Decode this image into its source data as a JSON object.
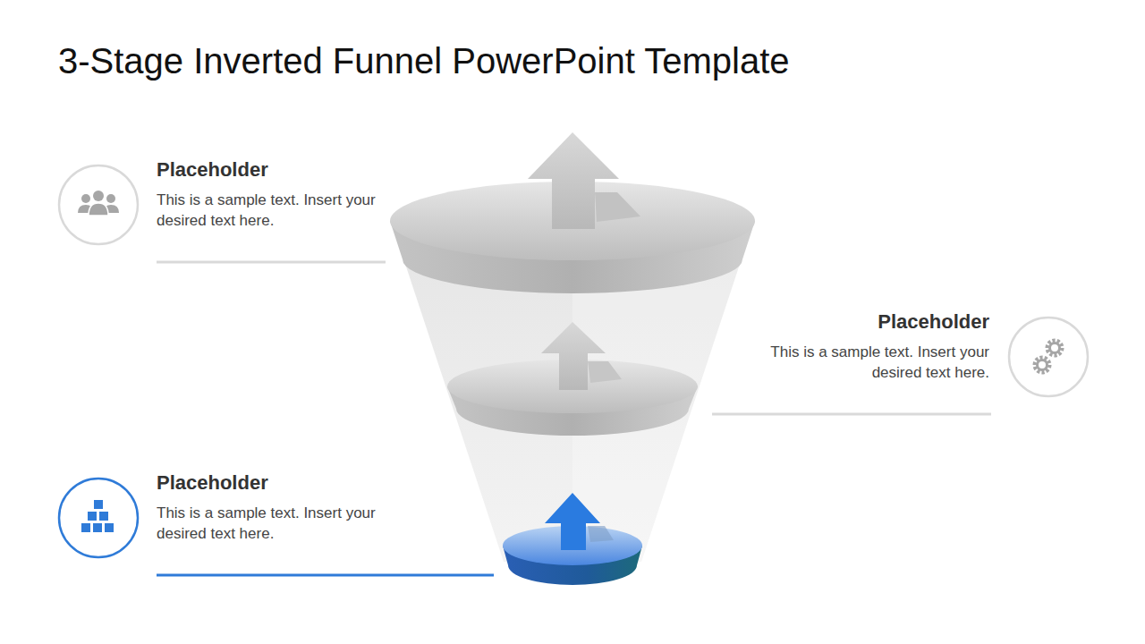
{
  "diagram": {
    "title": "3-Stage Inverted Funnel PowerPoint Template",
    "nodes": [
      {
        "text": [
          "Placeholder",
          "This is a sample text. Insert your desired text here."
        ]
      },
      {
        "text": [
          "Placeholder",
          "This is a sample text. Insert your desired text here."
        ]
      },
      {
        "text": [
          "Placeholder",
          "This is a sample text. Insert your desired text here."
        ]
      }
    ]
  }
}
